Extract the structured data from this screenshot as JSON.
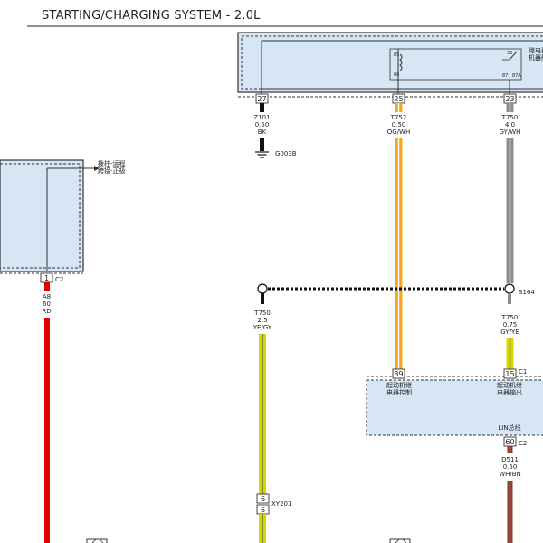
{
  "header": {
    "title": "STARTING/CHARGING SYSTEM - 2.0L"
  },
  "relay": {
    "label": "继电器\n机器舱",
    "pins": {
      "p85": "85",
      "p86": "86",
      "p30": "30",
      "p87": "87",
      "p87a": "87A"
    }
  },
  "ignition_switch": {
    "label": "拨柱-运程\n跨接-正极"
  },
  "connectors": {
    "c27": "27",
    "c25": "25",
    "c23": "23",
    "c1": "1",
    "c1_name": "C2",
    "c89": "89",
    "c15": "15",
    "c15_name": "C1",
    "c60": "60",
    "c60_name": "C2",
    "xy6a": "6",
    "xy6b": "6",
    "xy_name": "XY201"
  },
  "wires": {
    "z101": {
      "circuit": "Z101",
      "gauge": "0.50",
      "color": "BK"
    },
    "t752": {
      "circuit": "T752",
      "gauge": "0.50",
      "color": "OG/WH"
    },
    "t750_top": {
      "circuit": "T750",
      "gauge": "4.0",
      "color": "GY/WH"
    },
    "a8": {
      "circuit": "A8",
      "gauge": "60",
      "color": "RD"
    },
    "t750_left": {
      "circuit": "T750",
      "gauge": "2.5",
      "color": "YE/GY"
    },
    "t750_mid": {
      "circuit": "T750",
      "gauge": "0.75",
      "color": "GY/YE"
    },
    "d511": {
      "circuit": "D511",
      "gauge": "0.50",
      "color": "WH/BN"
    }
  },
  "ground": {
    "label": "G003B"
  },
  "splice": {
    "label": "S164"
  },
  "module": {
    "pin_label_left": "起动机继\n电器控制",
    "pin_label_right": "起动机继\n电器输出",
    "bus_label": "LIN总线"
  },
  "colors": {
    "component_fill": "#d7e6f5",
    "red_wire": "#e60000",
    "orange_wire": "#f5a623",
    "gray_wire": "#8c8c8c",
    "yellow_wire": "#d8d800",
    "brown_wire": "#8b3a2a"
  }
}
